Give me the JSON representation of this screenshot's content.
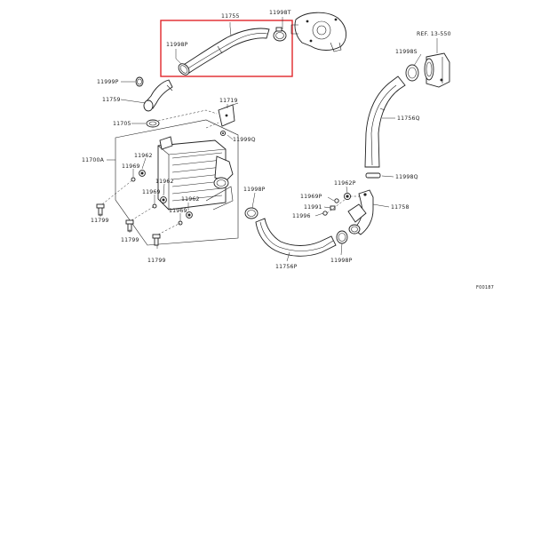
{
  "labels": {
    "l_11755": "11755",
    "l_11998T": "11998T",
    "l_11998P_a": "11998P",
    "l_ref": "REF. 13-550",
    "l_11998S": "11998S",
    "l_11999P": "11999P",
    "l_11759": "11759",
    "l_11719": "11719",
    "l_11705": "11705",
    "l_11999Q": "11999Q",
    "l_11756Q": "11756Q",
    "l_11700A": "11700A",
    "l_11962_a": "11962",
    "l_11969_a": "11969",
    "l_11962_b": "11962",
    "l_11969_b": "11969",
    "l_11962_c": "11962",
    "l_11969_c": "11969",
    "l_11799_a": "11799",
    "l_11799_b": "11799",
    "l_11799_c": "11799",
    "l_11998Q": "11998Q",
    "l_11962P": "11962P",
    "l_11969P": "11969P",
    "l_11998P_b": "11998P",
    "l_11991": "11991",
    "l_11996": "11996",
    "l_11758": "11758",
    "l_11756P": "11756P",
    "l_11998P_c": "11998P",
    "l_code": "F00187"
  },
  "highlight_color": "#e0262b"
}
